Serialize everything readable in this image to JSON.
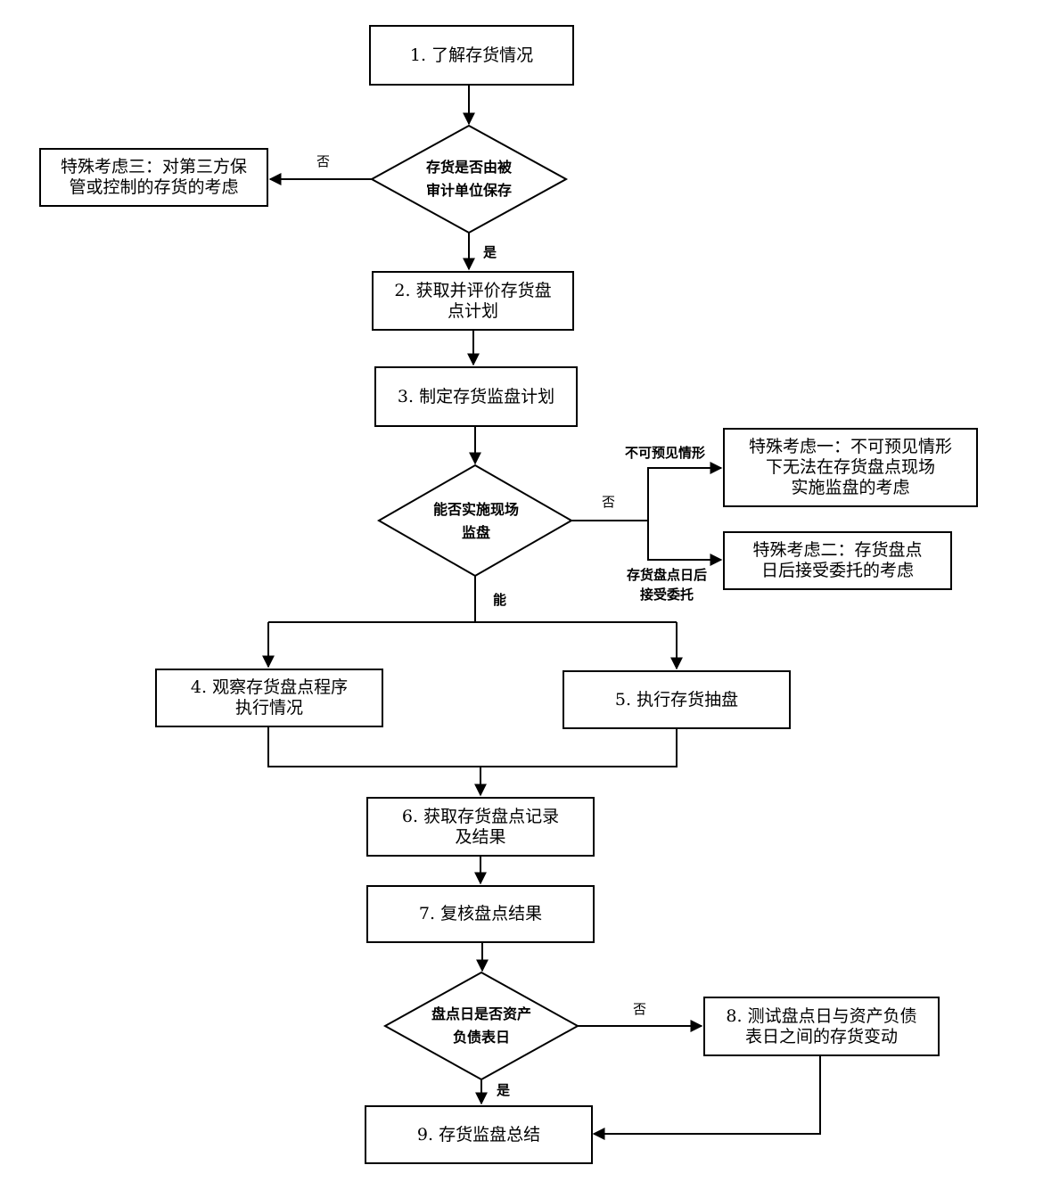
{
  "diagram": {
    "steps": {
      "s1": "1. 了解存货情况",
      "s2": "2. 获取并评价存货盘\n点计划",
      "s3": "3. 制定存货监盘计划",
      "s4": "4. 观察存货盘点程序\n执行情况",
      "s5": "5. 执行存货抽盘",
      "s6": "6. 获取存货盘点记录\n及结果",
      "s7": "7. 复核盘点结果",
      "s8": "8. 测试盘点日与资产负债\n表日之间的存货变动",
      "s9": "9. 存货监盘总结"
    },
    "special": {
      "sp1": "特殊考虑一：不可预见情形\n下无法在存货盘点现场\n实施监盘的考虑",
      "sp2": "特殊考虑二：存货盘点\n日后接受委托的考虑",
      "sp3": "特殊考虑三：对第三方保\n管或控制的存货的考虑"
    },
    "decisions": {
      "d1": "存货是否由被\n审计单位保存",
      "d2": "能否实施现场\n监盘",
      "d3": "盘点日是否资产\n负债表日"
    },
    "edge_labels": {
      "d1_no": "否",
      "d1_yes": "是",
      "d2_no": "否",
      "d2_can": "能",
      "unforeseen": "不可预见情形",
      "after_date": "存货盘点日后\n接受委托",
      "d3_no": "否",
      "d3_yes": "是"
    },
    "colors": {
      "line": "#000000",
      "fill": "#ffffff",
      "text": "#000000"
    }
  }
}
